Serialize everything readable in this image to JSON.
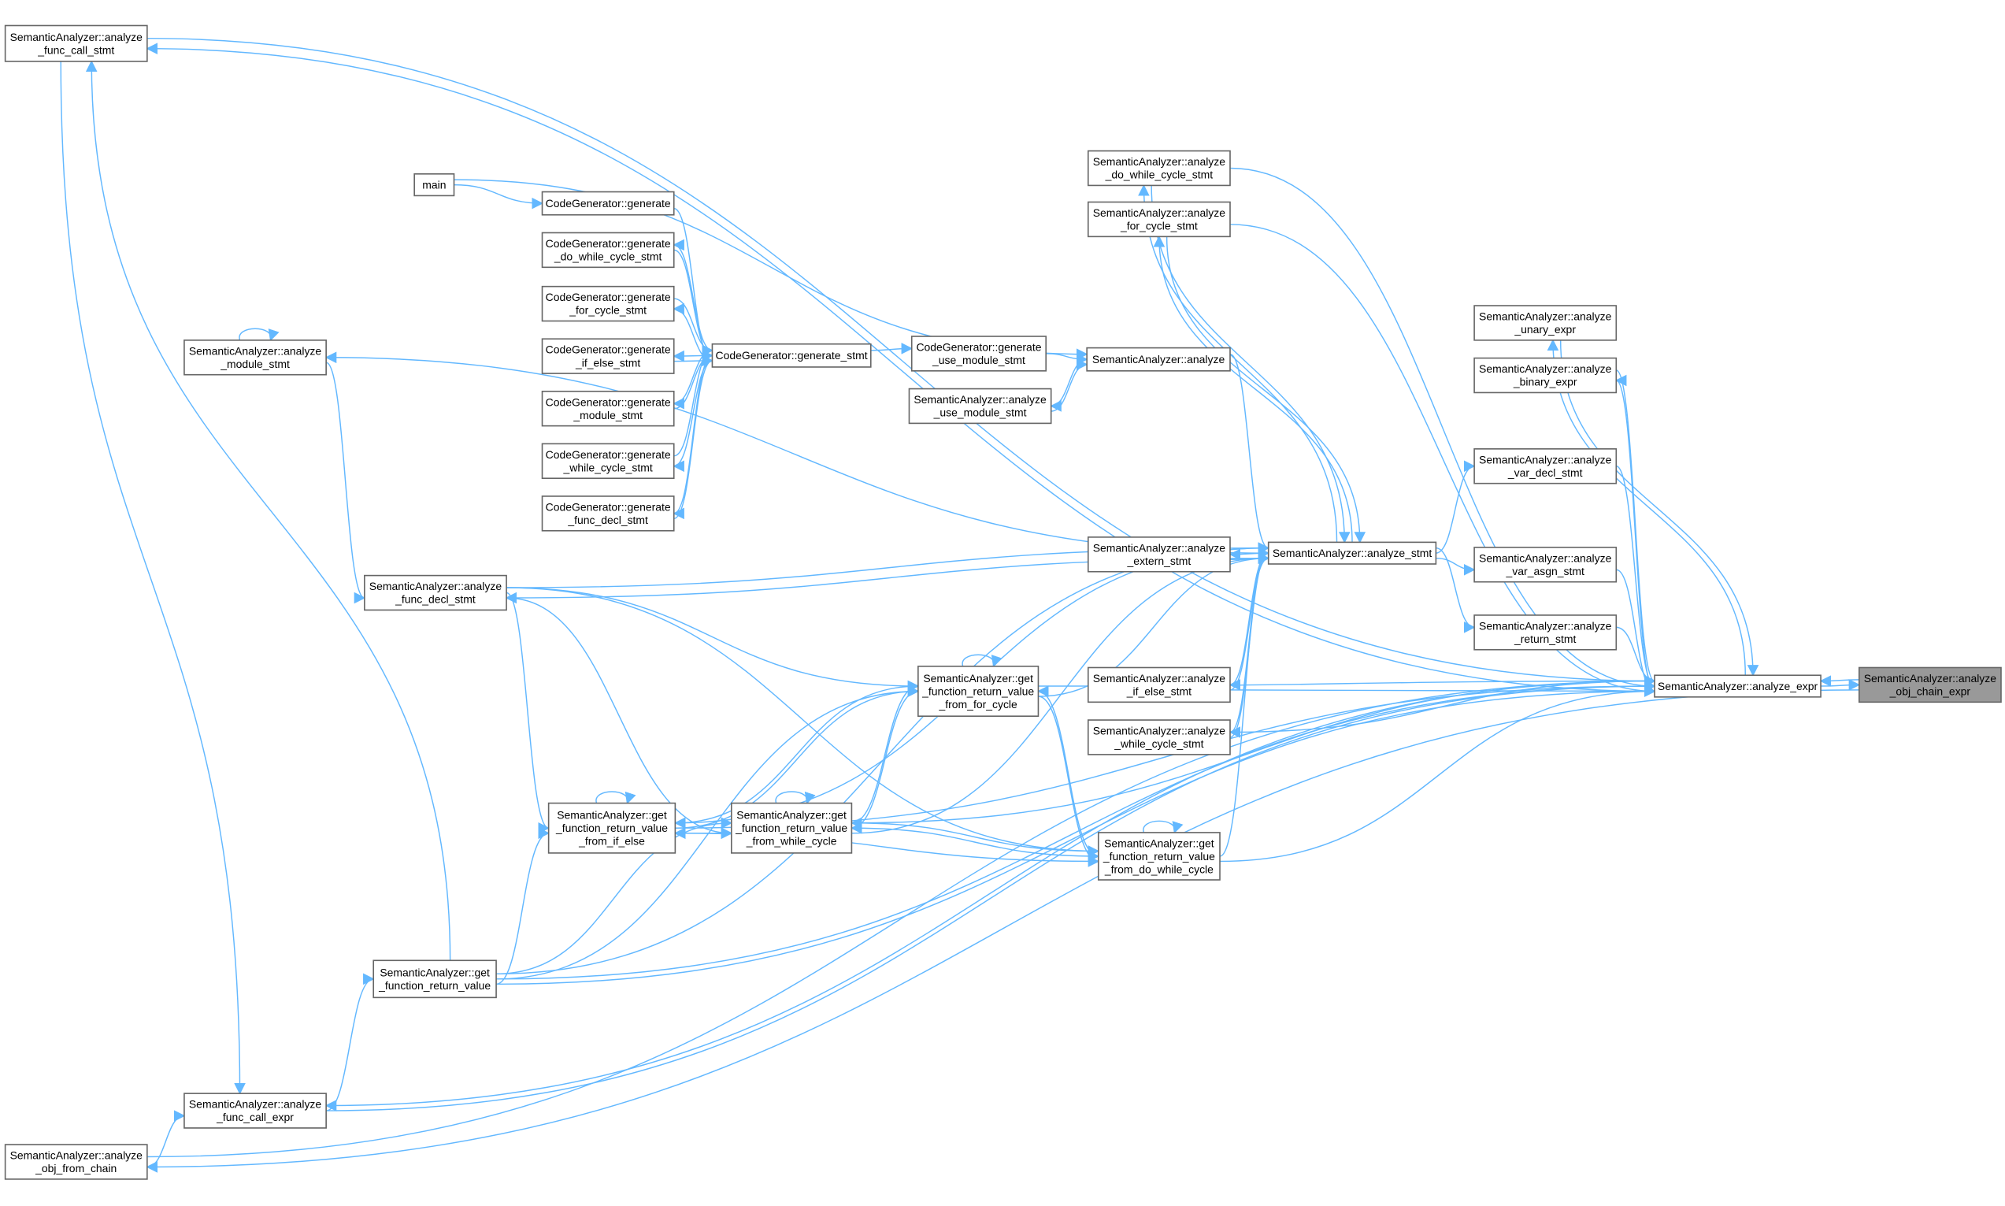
{
  "graph": {
    "title": "SemanticAnalyzer::analyze_obj_chain_expr caller/callee graph",
    "focus_node": "obj_chain_expr",
    "colors": {
      "edge": "#63b8ff",
      "node_border": "#666666",
      "focus_fill": "#999999"
    },
    "nodes": {
      "func_call_stmt": [
        "SemanticAnalyzer::analyze",
        "_func_call_stmt"
      ],
      "main": [
        "main"
      ],
      "cg_generate": [
        "CodeGenerator::generate"
      ],
      "cg_do_while": [
        "CodeGenerator::generate",
        "_do_while_cycle_stmt"
      ],
      "cg_for": [
        "CodeGenerator::generate",
        "_for_cycle_stmt"
      ],
      "cg_if_else": [
        "CodeGenerator::generate",
        "_if_else_stmt"
      ],
      "cg_module": [
        "CodeGenerator::generate",
        "_module_stmt"
      ],
      "cg_while": [
        "CodeGenerator::generate",
        "_while_cycle_stmt"
      ],
      "cg_func_decl": [
        "CodeGenerator::generate",
        "_func_decl_stmt"
      ],
      "cg_generate_stmt": [
        "CodeGenerator::generate_stmt"
      ],
      "module_stmt": [
        "SemanticAnalyzer::analyze",
        "_module_stmt"
      ],
      "cg_use_module": [
        "CodeGenerator::generate",
        "_use_module_stmt"
      ],
      "analyze": [
        "SemanticAnalyzer::analyze"
      ],
      "use_module": [
        "SemanticAnalyzer::analyze",
        "_use_module_stmt"
      ],
      "do_while_stmt": [
        "SemanticAnalyzer::analyze",
        "_do_while_cycle_stmt"
      ],
      "for_stmt": [
        "SemanticAnalyzer::analyze",
        "_for_cycle_stmt"
      ],
      "unary_expr": [
        "SemanticAnalyzer::analyze",
        "_unary_expr"
      ],
      "binary_expr": [
        "SemanticAnalyzer::analyze",
        "_binary_expr"
      ],
      "var_decl": [
        "SemanticAnalyzer::analyze",
        "_var_decl_stmt"
      ],
      "extern_stmt": [
        "SemanticAnalyzer::analyze",
        "_extern_stmt"
      ],
      "analyze_stmt": [
        "SemanticAnalyzer::analyze_stmt"
      ],
      "var_asgn": [
        "SemanticAnalyzer::analyze",
        "_var_asgn_stmt"
      ],
      "return_stmt": [
        "SemanticAnalyzer::analyze",
        "_return_stmt"
      ],
      "func_decl_stmt": [
        "SemanticAnalyzer::analyze",
        "_func_decl_stmt"
      ],
      "if_else_stmt": [
        "SemanticAnalyzer::analyze",
        "_if_else_stmt"
      ],
      "analyze_expr": [
        "SemanticAnalyzer::analyze_expr"
      ],
      "obj_chain_expr": [
        "SemanticAnalyzer::analyze",
        "_obj_chain_expr"
      ],
      "while_stmt": [
        "SemanticAnalyzer::analyze",
        "_while_cycle_stmt"
      ],
      "ret_for": [
        "SemanticAnalyzer::get",
        "_function_return_value",
        "_from_for_cycle"
      ],
      "ret_if_else": [
        "SemanticAnalyzer::get",
        "_function_return_value",
        "_from_if_else"
      ],
      "ret_while": [
        "SemanticAnalyzer::get",
        "_function_return_value",
        "_from_while_cycle"
      ],
      "ret_do_while": [
        "SemanticAnalyzer::get",
        "_function_return_value",
        "_from_do_while_cycle"
      ],
      "ret_value": [
        "SemanticAnalyzer::get",
        "_function_return_value"
      ],
      "func_call_expr": [
        "SemanticAnalyzer::analyze",
        "_func_call_expr"
      ],
      "obj_from_chain": [
        "SemanticAnalyzer::analyze",
        "_obj_from_chain"
      ]
    }
  }
}
